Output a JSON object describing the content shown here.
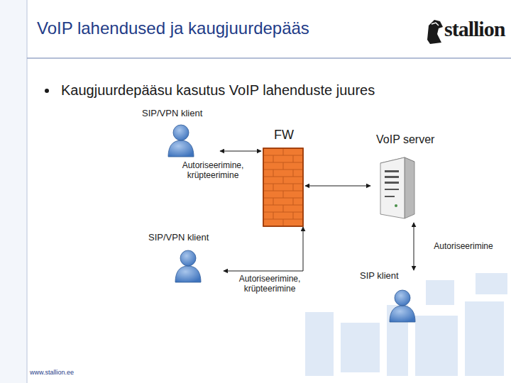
{
  "diagram": {
    "title": "VoIP lahendused ja kaugjuurdepääs",
    "nodes": [
      {
        "text": [
          "SIP/VPN klient"
        ]
      },
      {
        "text": [
          "FW"
        ]
      },
      {
        "text": [
          "VoIP server"
        ]
      },
      {
        "text": [
          "SIP/VPN klient"
        ]
      },
      {
        "text": [
          "SIP klient"
        ]
      }
    ],
    "edges": [
      {
        "from": 0,
        "to": 1,
        "label": "Autoriseerimine, krüpteerimine",
        "arrow": "both"
      },
      {
        "from": 1,
        "to": 2,
        "arrow": "both"
      },
      {
        "from": 3,
        "to": 1,
        "label": "Autoriseerimine, krüpteerimine",
        "arrow": "both"
      },
      {
        "from": 2,
        "to": 4,
        "label": "Autoriseerimine",
        "arrow": "both"
      }
    ],
    "labels": [
      "stallion",
      "Kaugjuurdepääsu kasutus VoIP lahenduste juures",
      "www.stallion.ee"
    ]
  }
}
